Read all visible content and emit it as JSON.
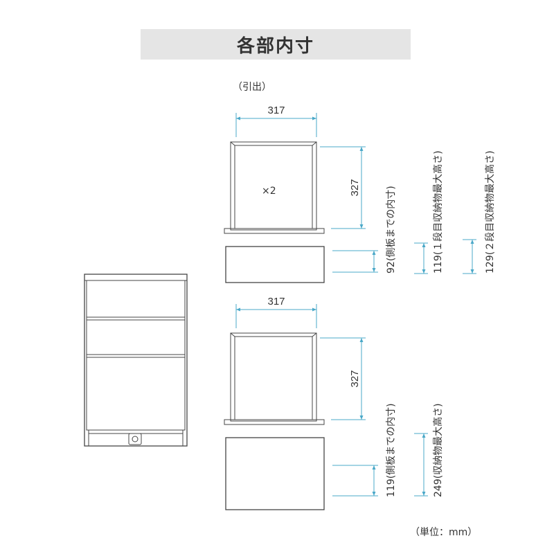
{
  "title": "各部内寸",
  "drawer_note": "（引出）",
  "unit_note": "（単位：mm）",
  "top_drawer": {
    "width": "317",
    "depth": "327",
    "multiplier": "×2",
    "side_height": "92(側板までの内寸)"
  },
  "bottom_drawer": {
    "width": "317",
    "depth": "327",
    "side_height": "119(側板までの内寸)"
  },
  "storage_heights": {
    "tier1": "119(１段目収納物最大高さ)",
    "tier2": "129(２段目収納物最大高さ)",
    "bottom": "249(収納物最大高さ)"
  }
}
